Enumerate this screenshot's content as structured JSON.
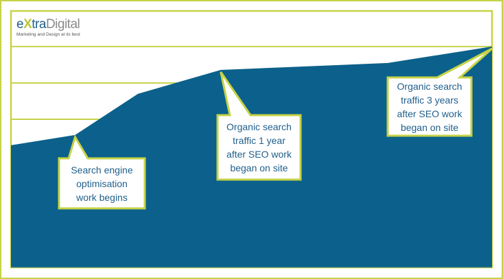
{
  "logo": {
    "part1": "e",
    "part2": "X",
    "part3": "tra",
    "part4": "Digital",
    "tagline": "Marketing and Design at its best"
  },
  "colors": {
    "fill": "#0b618b",
    "border": "#c6d247",
    "callout_bg": "#ffffff",
    "text": "#1f5f8b"
  },
  "chart_data": {
    "type": "area",
    "title": "",
    "xlabel": "",
    "ylabel": "",
    "x": [
      0,
      4.8,
      9.5,
      15.7,
      28.2,
      36
    ],
    "values": [
      47.5,
      51.5,
      67.5,
      76.8,
      79.5,
      85.9
    ],
    "xlim": [
      0,
      36
    ],
    "ylim": [
      0,
      100
    ],
    "gridlines": [
      57.6,
      71.7,
      85.9
    ],
    "grid": true,
    "annotations": [
      {
        "text": [
          "Search engine",
          "optimisation",
          "work begins"
        ],
        "point_index": 1
      },
      {
        "text": [
          "Organic search",
          "traffic 1 year",
          "after SEO work",
          "began on site"
        ],
        "point_index": 3
      },
      {
        "text": [
          "Organic search",
          "traffic 3 years",
          "after SEO work",
          "began on site"
        ],
        "point_index": 5
      }
    ]
  }
}
